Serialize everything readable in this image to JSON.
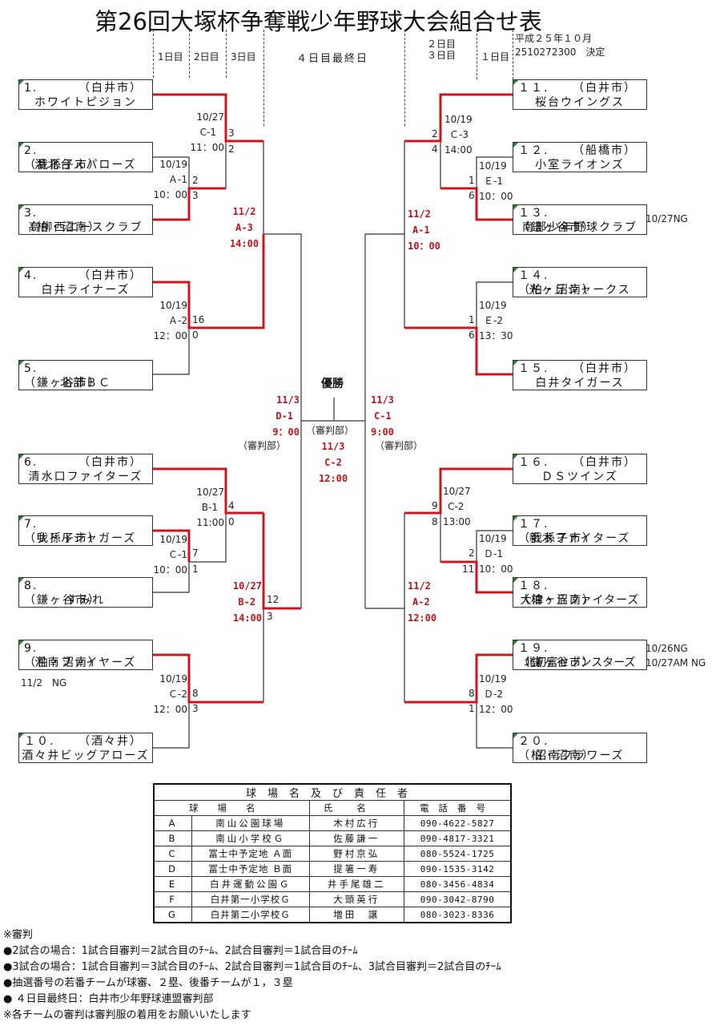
{
  "title": "第26回大塚杯争奪戦少年野球大会組合せ表",
  "decision": {
    "line1": "平成２５年１０月",
    "line2": "2510272300　決定"
  },
  "day_headers": {
    "left": [
      "1日目",
      "2日目",
      "3日目"
    ],
    "center": "４日目最終日",
    "right_23": [
      "２日目",
      "３日目"
    ],
    "right_1": "１日目"
  },
  "teams": [
    {
      "no": "1.",
      "area": "（白井市）",
      "name": "ホワイトピジョン"
    },
    {
      "no": "2.",
      "area": "（我孫子市）",
      "name": "湖北台スパローズ"
    },
    {
      "no": "3.",
      "area": "（柏・沼南）",
      "name": "高柳西エースクラブ"
    },
    {
      "no": "4.",
      "area": "（白井市）",
      "name": "白井ライナーズ"
    },
    {
      "no": "5.",
      "area": "（鎌ヶ谷市）",
      "name": "北部ＢＣ"
    },
    {
      "no": "6.",
      "area": "（白井市）",
      "name": "清水口ファイターズ"
    },
    {
      "no": "7.",
      "area": "（我孫子市）",
      "name": "リトルジャガーズ"
    },
    {
      "no": "8.",
      "area": "（鎌ヶ谷市）",
      "name": "すみれ"
    },
    {
      "no": "9.",
      "area": "（柏・沼南）",
      "name": "沼南ファイヤーズ"
    },
    {
      "no": "１０.",
      "area": "（酒々井）",
      "name": "酒々井ビッグアローズ"
    },
    {
      "no": "１１.",
      "area": "（白井市）",
      "name": "桜台ウイングス"
    },
    {
      "no": "１２.",
      "area": "（船橋市）",
      "name": "小室ライオンズ"
    },
    {
      "no": "１３.",
      "area": "（鎌ヶ谷市）",
      "name": "南部少年野球クラブ"
    },
    {
      "no": "１４.",
      "area": "（柏・沼南）",
      "name": "光ヶ丘シャークス"
    },
    {
      "no": "１５.",
      "area": "（白井市）",
      "name": "白井タイガース"
    },
    {
      "no": "１６.",
      "area": "（白井市）",
      "name": "ＤＳツインズ"
    },
    {
      "no": "１７.",
      "area": "（我孫子市）",
      "name": "新木ファイターズ"
    },
    {
      "no": "１８.",
      "area": "（柏・沼南）",
      "name": "大津ヶ丘ファイターズ"
    },
    {
      "no": "１９.",
      "area": "（鎌ヶ谷市）",
      "name": "北初富セブンスターズ"
    },
    {
      "no": "２０.",
      "area": "（柏・沼南）",
      "name": "沼南フラワーズ"
    }
  ],
  "team_notes": {
    "t9": "11/2　NG",
    "t13": "10/27NG",
    "t19a": "10/26NG",
    "t19b": "10/27AM NG"
  },
  "matches": {
    "A1L": {
      "date": "10/19",
      "code": "Ａ-1",
      "time": "10：00",
      "score_top": "2",
      "score_bottom": "3"
    },
    "C1L": {
      "date": "10/27",
      "code": "C-1",
      "time": "11：00",
      "score_top": "3",
      "score_bottom": "2"
    },
    "A2L": {
      "date": "10/19",
      "code": "Ａ-2",
      "time": "12：00",
      "score_top": "16",
      "score_bottom": "0"
    },
    "A3": {
      "date": "11/2",
      "code": "A-3",
      "time": "14:00"
    },
    "C1b": {
      "date": "10/19",
      "code": "Ｃ-1",
      "time": "10：00",
      "score_top": "7",
      "score_bottom": "1"
    },
    "B1": {
      "date": "10/27",
      "code": "B-1",
      "time": "11:00",
      "score_top": "4",
      "score_bottom": "0"
    },
    "C2L": {
      "date": "10/19",
      "code": "Ｃ-2",
      "time": "12：00",
      "score_top": "8",
      "score_bottom": "3"
    },
    "B2": {
      "date": "10/27",
      "code": "B-2",
      "time": "14:00",
      "score_top": "12",
      "score_bottom": "3"
    },
    "D1F": {
      "date": "11/3",
      "code": "D-1",
      "time": "9：00",
      "ref": "（審判部）"
    },
    "C1F": {
      "date": "11/3",
      "code": "C-1",
      "time": "9:00",
      "ref": "（審判部）"
    },
    "C2F": {
      "date": "11/3",
      "code": "C-2",
      "time": "12:00",
      "ref": "（審判部）"
    },
    "C3": {
      "date": "10/19",
      "code": "Ｃ-3",
      "time": "14:00",
      "score_top": "2",
      "score_bottom": "4"
    },
    "E1": {
      "date": "10/19",
      "code": "Ｅ-1",
      "time": "10：00",
      "score_top": "1",
      "score_bottom": "6"
    },
    "A1R": {
      "date": "11/2",
      "code": "A-1",
      "time": "10：00"
    },
    "E2": {
      "date": "10/19",
      "code": "Ｅ-2",
      "time": "13：30",
      "score_top": "1",
      "score_bottom": "6"
    },
    "C2R": {
      "date": "10/27",
      "code": "C-2",
      "time": "13:00",
      "score_top": "9",
      "score_bottom": "8"
    },
    "D1R": {
      "date": "10/19",
      "code": "Ｄ-1",
      "time": "10：00",
      "score_top": "2",
      "score_bottom": "11"
    },
    "A2R": {
      "date": "11/2",
      "code": "A-2",
      "time": "12:00"
    },
    "D2": {
      "date": "10/19",
      "code": "Ｄ-2",
      "time": "12：00",
      "score_top": "8",
      "score_bottom": "1"
    }
  },
  "champion_label": "優勝",
  "colors": {
    "winner_line": "#d0141c",
    "line": "#333333",
    "accent_text": "#c0141c",
    "corner_mark": "#2e7d32"
  },
  "venue_table": {
    "caption": "球場名及び責任者",
    "headers": [
      "球場名",
      "氏名",
      "電話番号"
    ],
    "rows": [
      {
        "id": "A",
        "venue": "南山公園球場",
        "person": "木村広行",
        "phone": "090-4622-5827"
      },
      {
        "id": "B",
        "venue": "南山小学校Ｇ",
        "person": "佐藤謙一",
        "phone": "090-4817-3321"
      },
      {
        "id": "C",
        "venue": "冨士中予定地 Ａ面",
        "person": "野村京弘",
        "phone": "080-5524-1725"
      },
      {
        "id": "D",
        "venue": "冨士中予定地 Ｂ面",
        "person": "提箸一寿",
        "phone": "090-1535-3142"
      },
      {
        "id": "E",
        "venue": "白井運動公園Ｇ",
        "person": "井手尾雄二",
        "phone": "080-3456-4834"
      },
      {
        "id": "F",
        "venue": "白井第一小学校Ｇ",
        "person": "大頭英行",
        "phone": "090-3042-8790"
      },
      {
        "id": "G",
        "venue": "白井第二小学校Ｇ",
        "person": "増田　譲",
        "phone": "080-3023-8336"
      }
    ]
  },
  "notes": [
    "※審判",
    "●2試合の場合：1試合目審判＝2試合目のﾁｰﾑ、2試合目審判＝1試合目のﾁｰﾑ",
    "●3試合の場合：1試合目審判＝3試合目のﾁｰﾑ、2試合目審判＝1試合目のﾁｰﾑ、3試合目審判＝2試合目のﾁｰﾑ",
    "●抽選番号の若番チームが球審、２塁、後番チームが１，３塁",
    "● ４日目最終日：白井市少年野球連盟審判部",
    "※各チームの審判は審判服の着用をお願いいたします"
  ]
}
